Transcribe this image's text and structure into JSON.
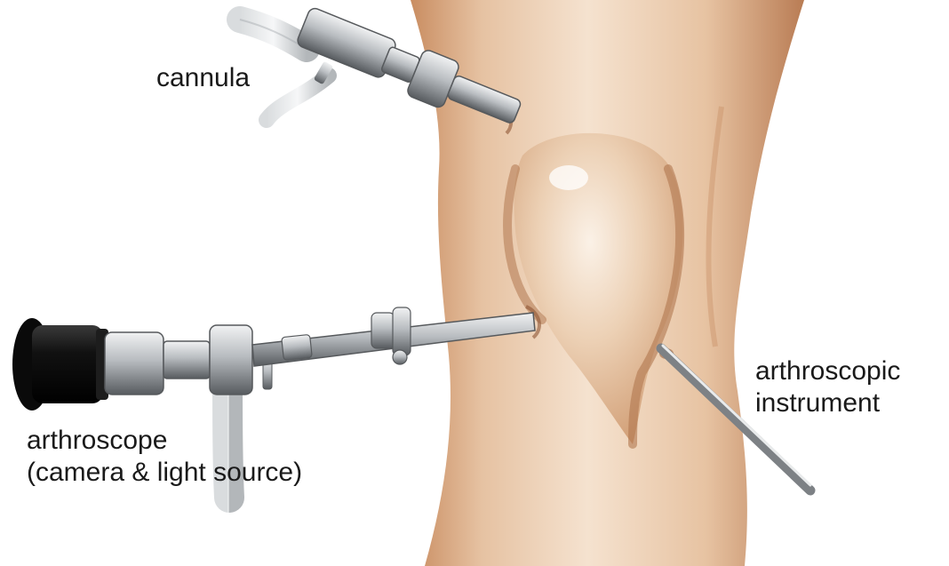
{
  "labels": {
    "cannula": "cannula",
    "arthroscope": {
      "line1": "arthroscope",
      "line2": "(camera & light source)"
    },
    "instrument": {
      "line1": "arthroscopic",
      "line2": "instrument"
    }
  },
  "colors": {
    "skin_light": "#f3dcc6",
    "skin_mid": "#dcae88",
    "skin_dark": "#b77a52",
    "metal_light": "#e4e6e8",
    "metal_mid": "#a6aaae",
    "metal_dark": "#5c6064",
    "eyepiece": "#111111",
    "text": "#1a1a1a"
  }
}
